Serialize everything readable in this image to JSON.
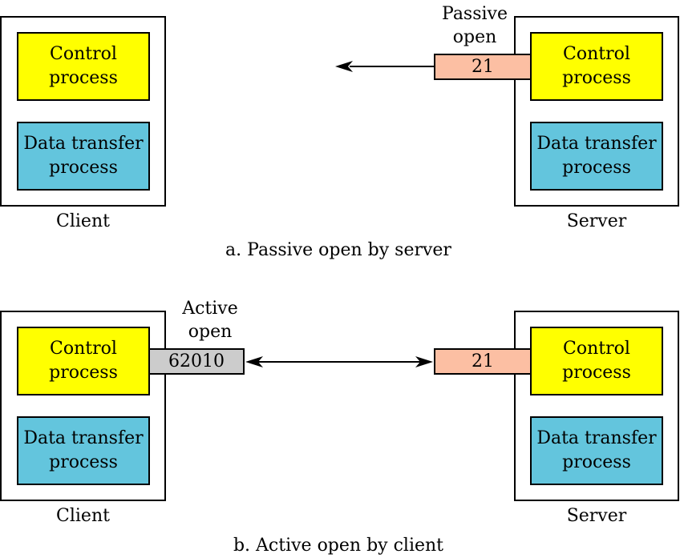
{
  "panel_a": {
    "client": {
      "control_line1": "Control",
      "control_line2": "process",
      "data_line1": "Data transfer",
      "data_line2": "process",
      "name": "Client"
    },
    "server": {
      "control_line1": "Control",
      "control_line2": "process",
      "data_line1": "Data transfer",
      "data_line2": "process",
      "name": "Server",
      "port": "21"
    },
    "open_label_line1": "Passive",
    "open_label_line2": "open",
    "caption": "a. Passive open by server"
  },
  "panel_b": {
    "client": {
      "control_line1": "Control",
      "control_line2": "process",
      "data_line1": "Data transfer",
      "data_line2": "process",
      "name": "Client",
      "port": "62010"
    },
    "server": {
      "control_line1": "Control",
      "control_line2": "process",
      "data_line1": "Data transfer",
      "data_line2": "process",
      "name": "Server",
      "port": "21"
    },
    "open_label_line1": "Active",
    "open_label_line2": "open",
    "caption": "b. Active open by client"
  },
  "colors": {
    "control_process": "#ffff00",
    "data_transfer_process": "#63c5dd",
    "server_port": "#fcbfa3",
    "client_port": "#cccccc"
  }
}
